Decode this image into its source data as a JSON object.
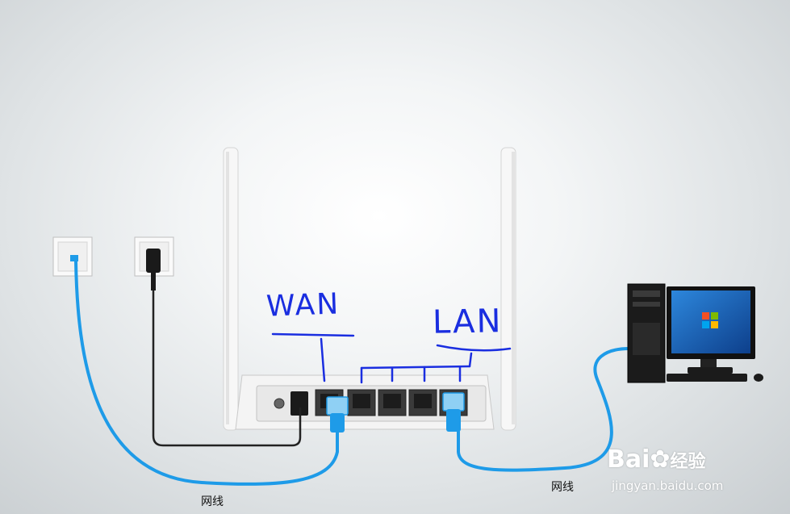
{
  "annotations": {
    "wan": "WAN",
    "lan": "LAN"
  },
  "cables": {
    "left_label": "网线",
    "right_label": "网线"
  },
  "router": {
    "brand": ""
  },
  "watermark": {
    "brand": "Bai",
    "suffix": "经验",
    "url": "jingyan.baidu.com"
  },
  "colors": {
    "cable_blue": "#1e9be8",
    "annotation_blue": "#1a2ee0",
    "power_cable": "#222222",
    "router_body": "#f4f4f4"
  }
}
